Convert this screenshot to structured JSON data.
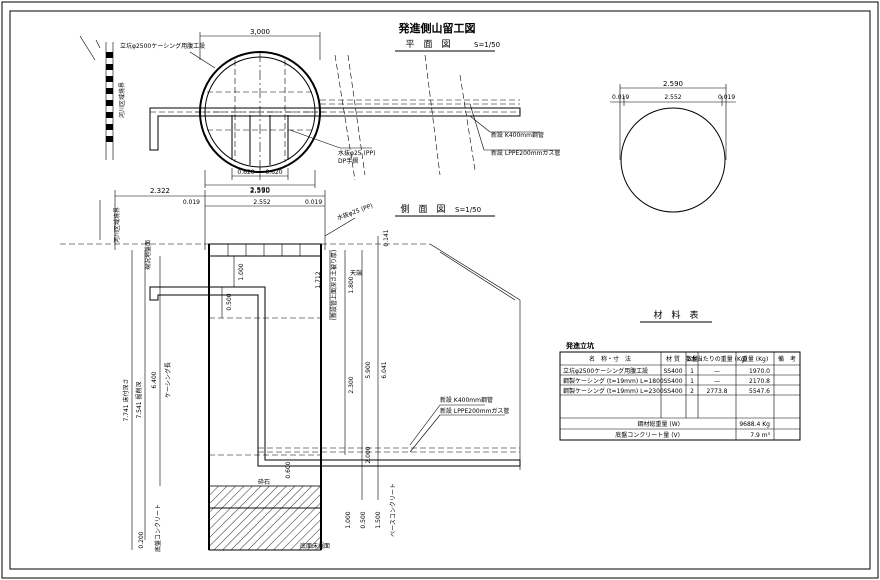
{
  "drawing": {
    "title": "発進側山留工図",
    "plan_title": "平　面　図",
    "plan_scale": "S=1/50",
    "side_title": "側　面　図",
    "side_scale": "S=1/50"
  },
  "plan": {
    "dim_outer": "3,000",
    "dim_inner": "2,590",
    "dim_a": "0.620",
    "dim_b": "0.620",
    "boundary": "河川区域境界",
    "casing_note": "立坑φ2500ケーシング用腹工設",
    "drain_note1": "水抜φ25 (PP)",
    "drain_note2": "DP手摺",
    "pipe1": "新設 K400mm鋼管",
    "pipe2": "新設 LPPE200mmガス管"
  },
  "ring": {
    "dim_top": "2.590",
    "dim_left": "0.019",
    "dim_mid": "2.552",
    "dim_right": "0.019"
  },
  "side": {
    "dim_total": "2.322",
    "dim_outer": "2.590",
    "dim_l": "0.019",
    "dim_m": "2.552",
    "dim_r": "0.019",
    "drain_note": "水抜φ25 (PP)",
    "boundary": "河川区域境界",
    "d_0141": "0.141",
    "d_1000": "1.000",
    "d_0500": "0.500",
    "d_1712": "1.712",
    "d_1800": "1.800",
    "d_2300": "2.300",
    "d_5900": "5.900",
    "d_6041": "6.041",
    "d_6400": "6.400",
    "d_7541": "7.541 掘削深",
    "d_7741": "7.741 床付深さ",
    "d_2000": "2.000",
    "d_0600": "0.600",
    "d_1000b": "1.000",
    "d_0500b": "0.500",
    "d_1500": "1.500",
    "d_0200": "0.200",
    "pipe1": "新設 K400mm鋼管",
    "pipe2": "新設 LPPE200mmガス管",
    "label_casing": "ケーシング長",
    "label_bottom": "底盤コンクリート",
    "label_sand": "砕石",
    "label_floor": "底面床掘面",
    "label_mortar": "ベースコンクリート",
    "label_pipe_depth": "(新設管上面深さ土被り厚)",
    "label_ground": "現況地盤面",
    "label_top": "天端"
  },
  "materials": {
    "heading": "材　料　表",
    "section": "発進立坑",
    "columns": [
      "名　称・寸　法",
      "材 質",
      "数量",
      "1本当たりの重量 (Kg)",
      "重量 (Kg)",
      "備　考"
    ],
    "rows": [
      [
        "立坑φ2500ケーシング用腹工設",
        "SS400",
        "1",
        "—",
        "1970.0",
        ""
      ],
      [
        "鋼製ケーシング (t=19mm) L=1800",
        "SS400",
        "1",
        "—",
        "2170.8",
        ""
      ],
      [
        "鋼製ケーシング (t=19mm) L=2300",
        "SS400",
        "2",
        "2773.8",
        "5547.6",
        ""
      ]
    ],
    "total_label": "鋼材総重量 (W)",
    "total_value": "9688.4 Kg",
    "concrete_label": "底盤コンクリート量 (V)",
    "concrete_value": "7.9 m³"
  }
}
